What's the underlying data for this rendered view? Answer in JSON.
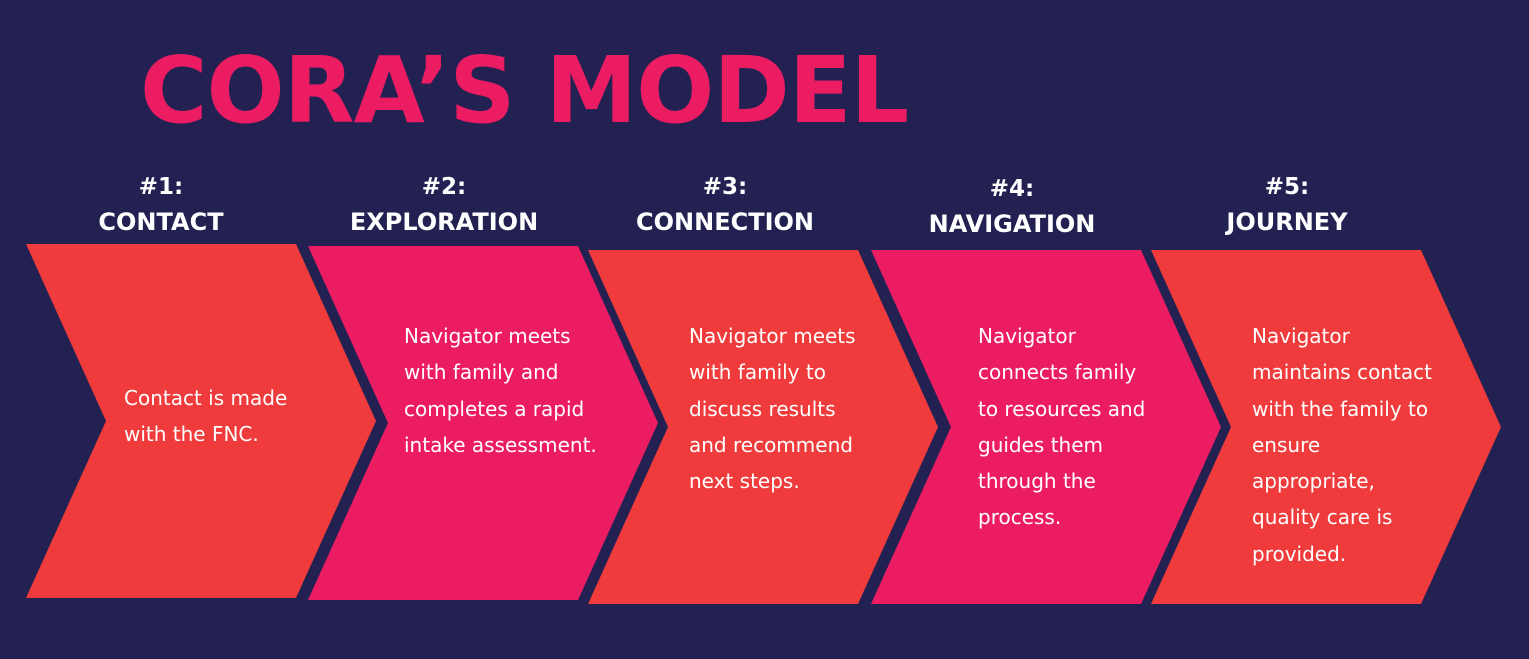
{
  "title": "CORA’S MODEL",
  "colors": {
    "background": "#232152",
    "title": "#ec1c63",
    "chevron_red": "#ef3b3b",
    "chevron_pink": "#ec1c63",
    "text": "#ffffff"
  },
  "steps": [
    {
      "number": "#1:",
      "label": "CONTACT",
      "lines": [
        "Contact is made",
        "with the FNC."
      ]
    },
    {
      "number": "#2:",
      "label": "EXPLORATION",
      "lines": [
        "Navigator meets",
        "with family and",
        "completes a rapid",
        "intake assessment."
      ]
    },
    {
      "number": "#3:",
      "label": "CONNECTION",
      "lines": [
        "Navigator meets",
        "with family to",
        "discuss results",
        "and recommend",
        "next steps."
      ]
    },
    {
      "number": "#4:",
      "label": "NAVIGATION",
      "lines": [
        "Navigator",
        "connects family",
        "to resources and",
        "guides them",
        "through the",
        "process."
      ]
    },
    {
      "number": "#5:",
      "label": "JOURNEY",
      "lines": [
        "Navigator",
        "maintains contact",
        "with the family  to",
        "ensure",
        "appropriate,",
        "quality care is",
        "provided."
      ]
    }
  ]
}
